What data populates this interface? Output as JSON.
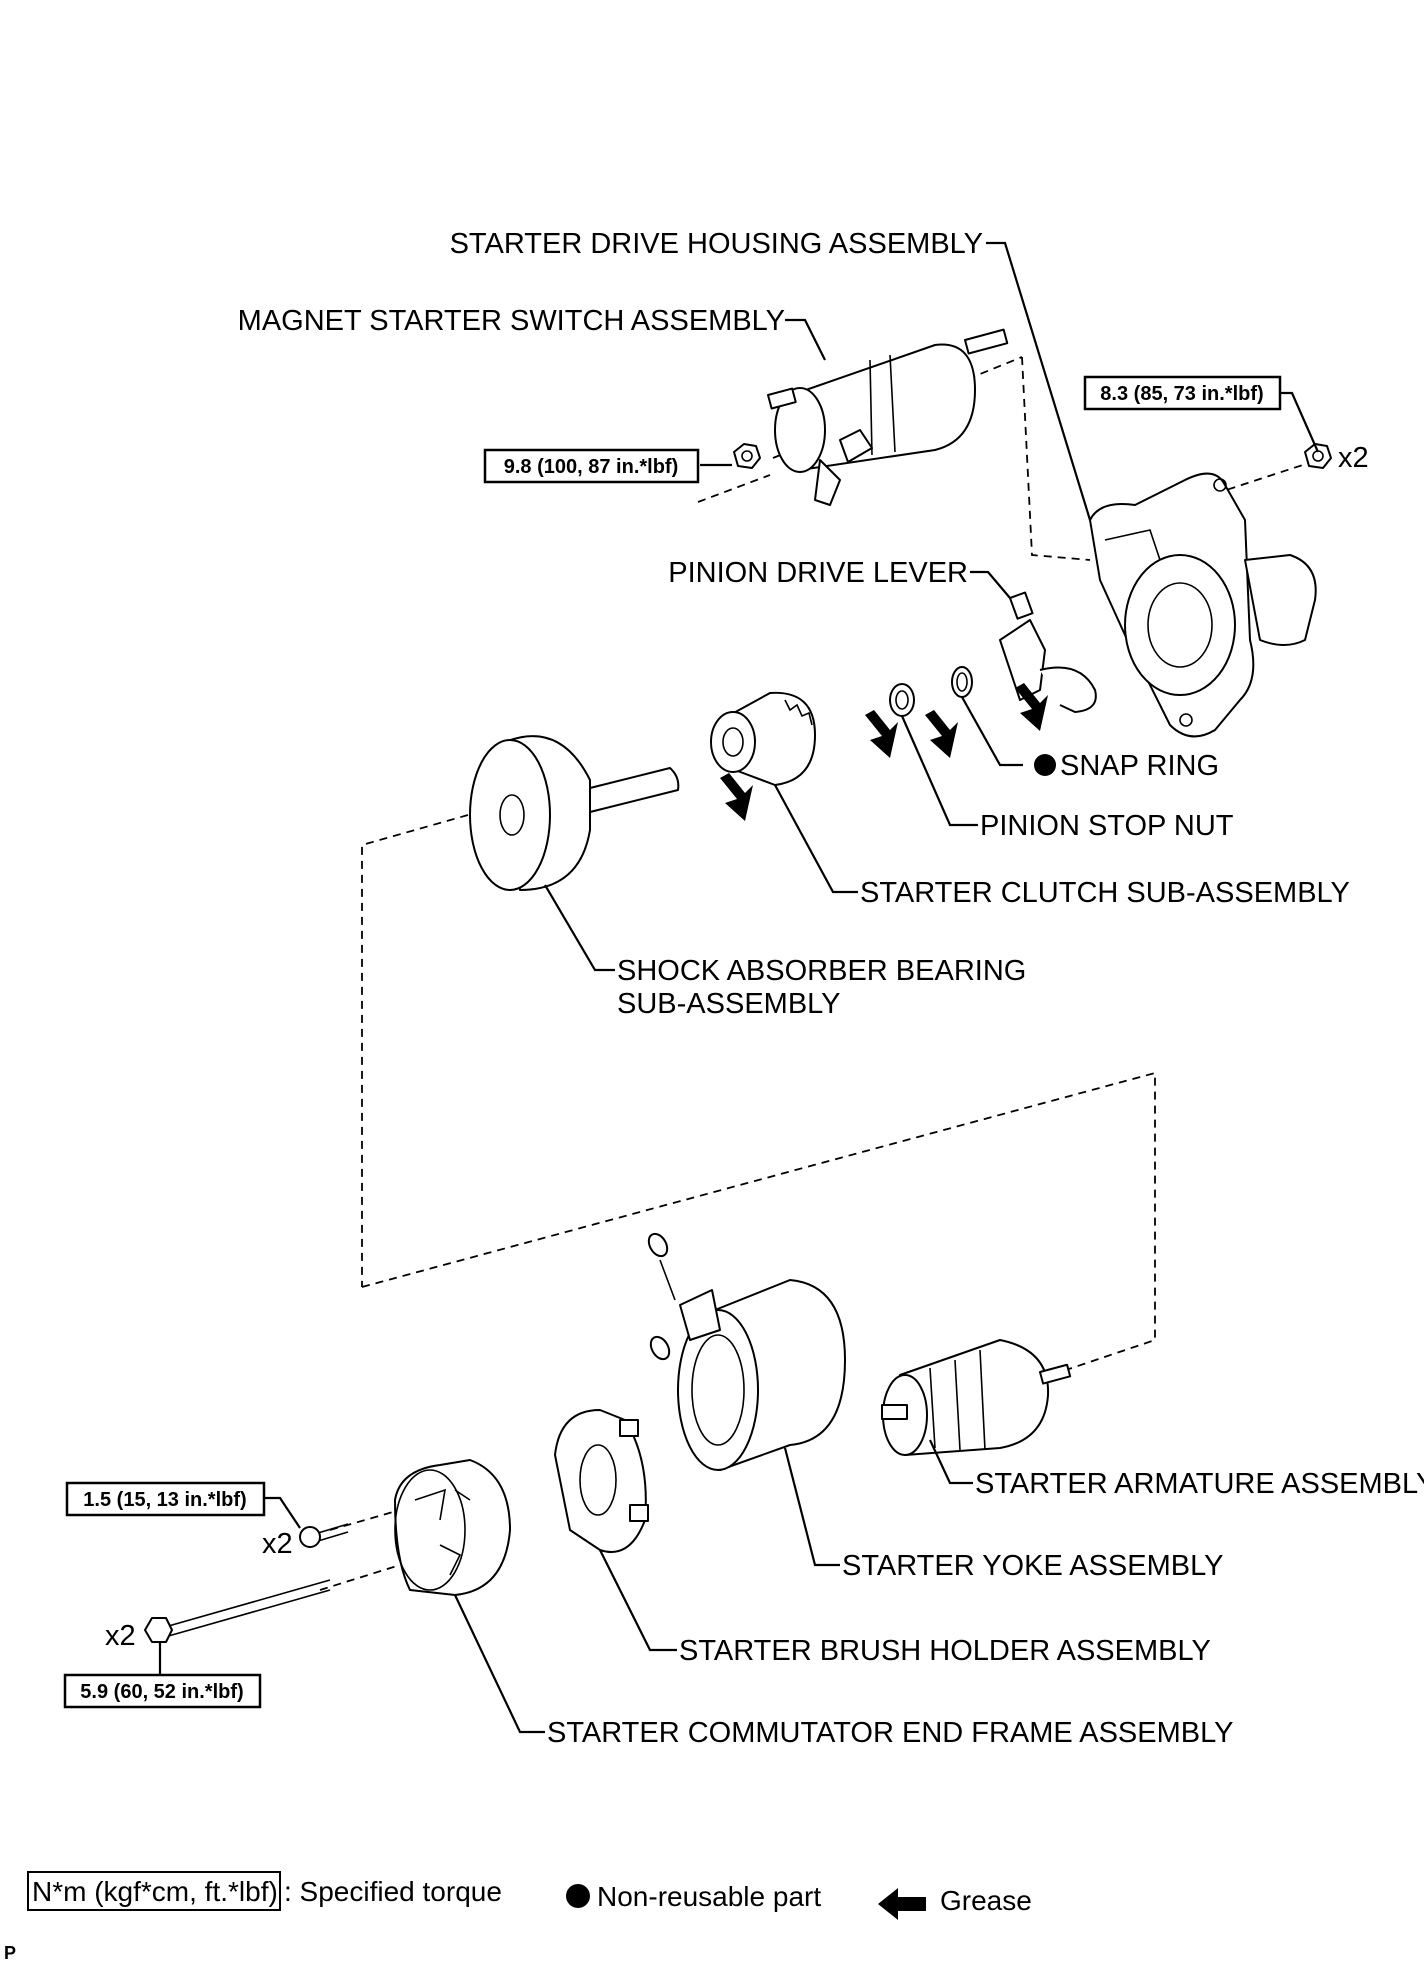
{
  "labels": {
    "drive_housing": "STARTER DRIVE HOUSING ASSEMBLY",
    "magnet_switch": "MAGNET STARTER SWITCH ASSEMBLY",
    "pinion_lever": "PINION DRIVE LEVER",
    "snap_ring": "SNAP RING",
    "pinion_stop_nut": "PINION STOP NUT",
    "clutch": "STARTER CLUTCH SUB-ASSEMBLY",
    "bearing_1": "SHOCK ABSORBER BEARING",
    "bearing_2": "SUB-ASSEMBLY",
    "armature": "STARTER ARMATURE ASSEMBLY",
    "yoke": "STARTER YOKE ASSEMBLY",
    "brush_holder": "STARTER BRUSH HOLDER ASSEMBLY",
    "end_frame": "STARTER COMMUTATOR END FRAME ASSEMBLY"
  },
  "torques": {
    "t1": "8.3 (85, 73 in.*lbf)",
    "t2": "9.8 (100, 87 in.*lbf)",
    "t3": "1.5 (15, 13 in.*lbf)",
    "t4": "5.9 (60, 52 in.*lbf)"
  },
  "quantities": {
    "q1": "x2",
    "q2": "x2",
    "q3": "x2"
  },
  "legend": {
    "torque_box": "N*m (kgf*cm, ft.*lbf)",
    "torque_text": ": Specified torque",
    "nonreusable": "Non-reusable part",
    "grease": "Grease"
  },
  "corner_mark": "P"
}
